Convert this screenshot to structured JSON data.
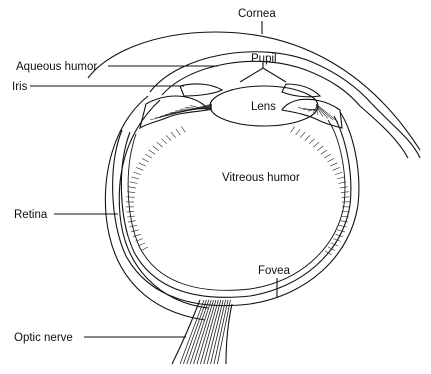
{
  "labels": {
    "cornea": "Cornea",
    "pupil": "Pupil",
    "aqueous_humor": "Aqueous humor",
    "iris": "Iris",
    "lens": "Lens",
    "vitreous_humor": "Vitreous humor",
    "retina": "Retina",
    "fovea": "Fovea",
    "optic_nerve": "Optic nerve"
  },
  "colors": {
    "line": "#111111",
    "background": "#ffffff"
  }
}
